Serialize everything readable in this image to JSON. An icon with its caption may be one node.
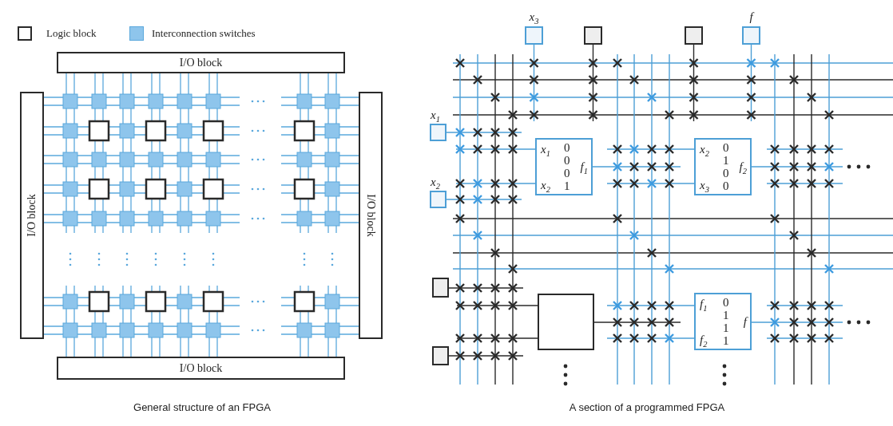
{
  "diagram": {
    "nodes": [
      {
        "text": [
          "I/O block"
        ]
      },
      {
        "text": [
          "I/O block"
        ]
      },
      {
        "text": [
          "I/O block"
        ]
      },
      {
        "text": [
          "I/O block"
        ]
      },
      {
        "text": [
          "x$_{3}$"
        ]
      },
      {
        "text": [],
        "shape": "box"
      },
      {
        "text": [],
        "shape": "box"
      },
      {
        "text": [
          "f"
        ]
      },
      {
        "text": [
          "x$_{1}$"
        ]
      },
      {
        "text": [
          "x$_{1}$",
          "x$_{2}$",
          "0 0 0 1",
          "f$_{1}$"
        ]
      },
      {
        "text": [
          "x$_{2}$",
          "x$_{3}$",
          "0 1 0 0",
          "f$_{2}$"
        ]
      },
      {
        "text": [
          "x$_{2}$"
        ]
      },
      {
        "text": [],
        "shape": "box"
      },
      {
        "text": [],
        "shape": "box"
      },
      {
        "text": [
          "f$_{1}$",
          "f$_{2}$",
          "0 1 1 1",
          "f"
        ]
      },
      {
        "text": [],
        "shape": "box"
      }
    ],
    "edges": [
      {
        "from": 4,
        "to": null,
        "arrow": "none"
      },
      {
        "from": 5,
        "to": null,
        "arrow": "none",
        "color": "#2a2a2a"
      },
      {
        "from": 6,
        "to": null,
        "arrow": "none",
        "color": "#2a2a2a"
      },
      {
        "from": null,
        "to": 7,
        "arrow": "none"
      },
      {
        "from": 8,
        "to": null,
        "arrow": "none"
      },
      {
        "from": null,
        "to": 9,
        "arrow": "none"
      },
      {
        "from": null,
        "to": 9,
        "arrow": "none"
      },
      {
        "from": 9,
        "to": null,
        "arrow": "none"
      },
      {
        "from": 11,
        "to": null,
        "arrow": "none"
      },
      {
        "from": null,
        "to": 10,
        "arrow": "none"
      },
      {
        "from": null,
        "to": 10,
        "arrow": "none"
      },
      {
        "from": 10,
        "to": null,
        "arrow": "none"
      },
      {
        "from": 12,
        "to": null,
        "arrow": "none",
        "color": "#2a2a2a"
      },
      {
        "from": null,
        "to": 13,
        "arrow": "none",
        "color": "#2a2a2a"
      },
      {
        "from": null,
        "to": 13,
        "arrow": "none",
        "color": "#2a2a2a"
      },
      {
        "from": 13,
        "to": null,
        "arrow": "none",
        "color": "#2a2a2a"
      },
      {
        "from": null,
        "to": 14,
        "arrow": "none"
      },
      {
        "from": null,
        "to": 14,
        "arrow": "none"
      },
      {
        "from": 14,
        "to": null,
        "arrow": "none"
      },
      {
        "from": 15,
        "to": null,
        "arrow": "none",
        "color": "#2a2a2a"
      }
    ],
    "labels": [
      "General structure of an FPGA",
      "A section of a programmed FPGA"
    ],
    "legend": [
      {
        "text": "Logic block"
      },
      {
        "text": "Interconnection switches",
        "color": "#8ec5ec"
      }
    ]
  }
}
